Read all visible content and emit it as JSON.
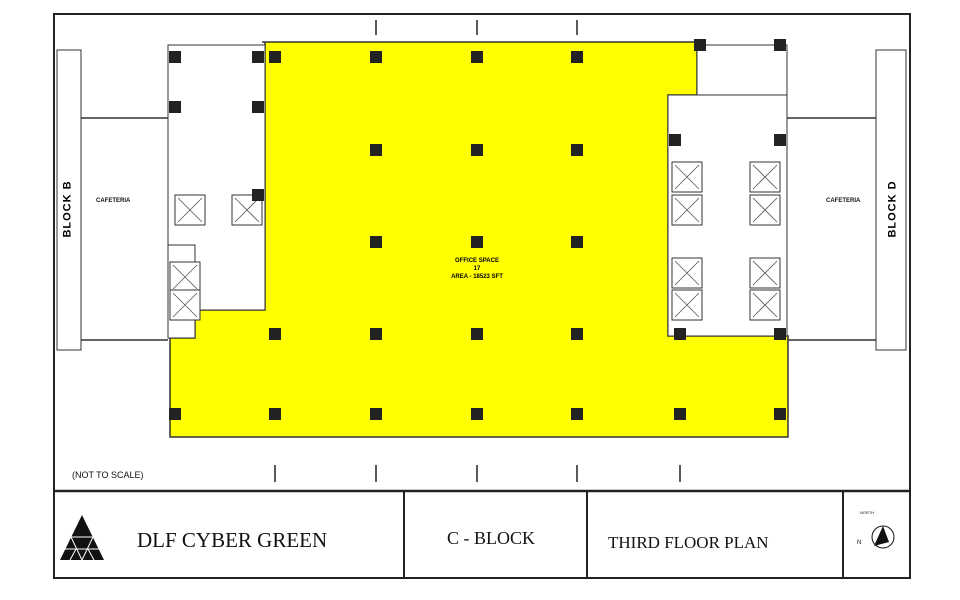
{
  "plan": {
    "office": {
      "name": "OFFICE SPACE",
      "number": "17",
      "area": "AREA - 18523 SFT"
    },
    "left_block": "BLOCK B",
    "right_block": "BLOCK D",
    "left_cafeteria": "CAFETERIA",
    "right_cafeteria": "CAFETERIA",
    "scale_note": "(NOT TO SCALE)",
    "highlight_color": "#ffff00"
  },
  "title_block": {
    "project": "DLF CYBER GREEN",
    "block": "C - BLOCK",
    "drawing": "THIRD FLOOR PLAN",
    "north_caption": "NORTH",
    "north_letter": "N"
  }
}
